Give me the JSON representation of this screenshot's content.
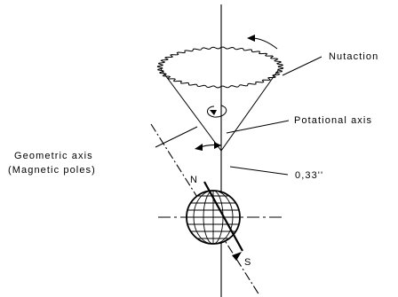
{
  "labels": {
    "nutaction": "Nutaction",
    "rotational_axis": "Potational axis",
    "geometric_axis": "Geometric axis",
    "magnetic_poles": "(Magnetic poles)",
    "angle": "0,33''",
    "north": "N",
    "south": "S"
  }
}
